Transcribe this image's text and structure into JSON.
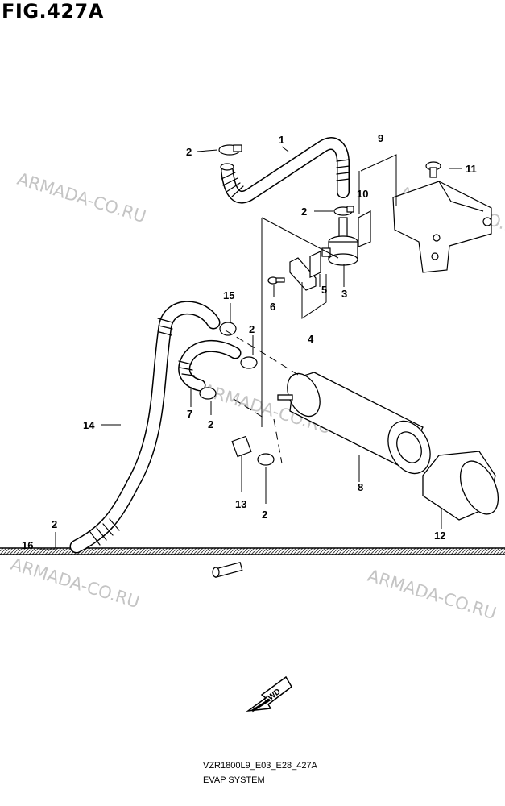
{
  "figure_title": "FIG.427A",
  "watermark_text": "ARMADA-CO.RU",
  "callouts": [
    "1",
    "2",
    "3",
    "4",
    "5",
    "6",
    "7",
    "8",
    "9",
    "10",
    "11",
    "12",
    "13",
    "14",
    "15",
    "16"
  ],
  "fwd_label": "FWD",
  "footer": {
    "model_code": "VZR1800L9_E03_E28_427A",
    "section_name": "EVAP SYSTEM"
  },
  "colors": {
    "ink": "#000000",
    "watermark": "#c4c4c4",
    "background": "#ffffff"
  }
}
